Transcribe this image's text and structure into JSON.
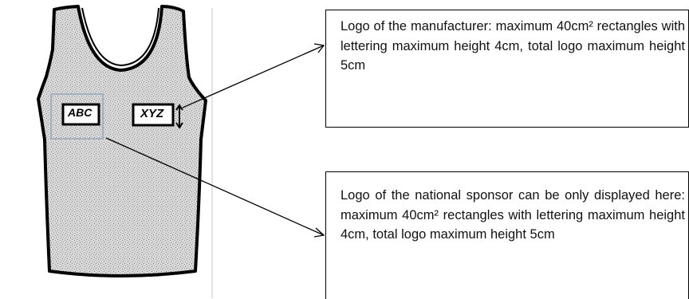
{
  "diagram": {
    "logos": {
      "left": "ABC",
      "right": "XYZ"
    },
    "callouts": {
      "manufacturer": "Logo of the manufacturer: maximum 40cm² rectangles with lettering maximum height 4cm, total logo maximum height 5cm",
      "national_sponsor": "Logo of the national sponsor can be only displayed here: maximum 40cm² rectangles with lettering maximum height 4cm, total logo maximum height 5cm"
    },
    "icons": [
      "singlet-illustration",
      "double-arrow-icon",
      "pointer-arrow-icon"
    ],
    "colors": {
      "line": "#000000",
      "fabric": "#d9d9d9",
      "box_outline": "#8ea4b8"
    }
  }
}
